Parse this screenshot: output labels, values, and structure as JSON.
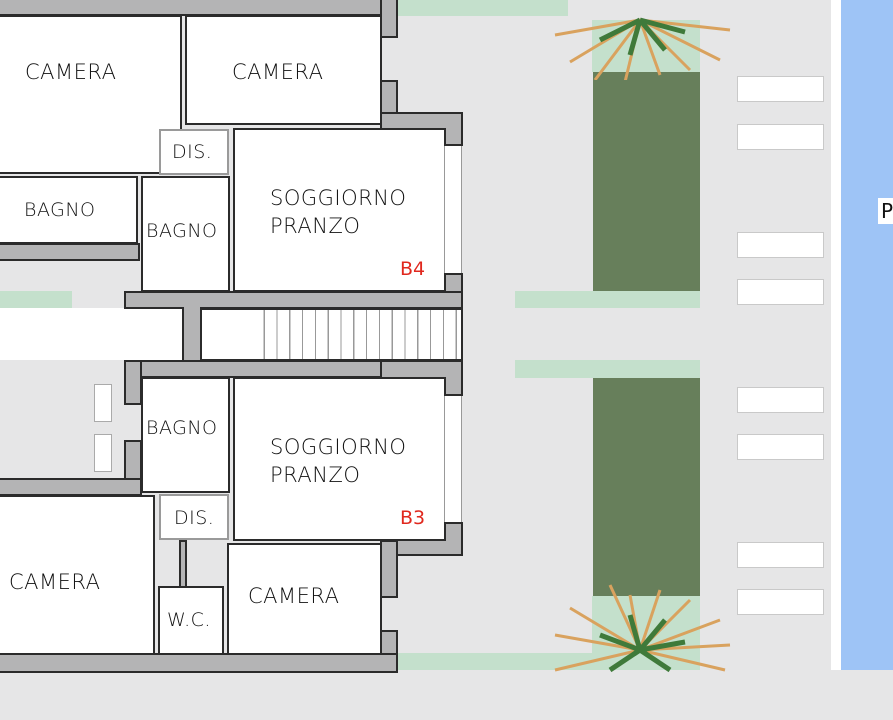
{
  "plan": {
    "type": "floor-plan",
    "units": [
      {
        "id": "B4",
        "rooms": {
          "camera_left": "CAMERA",
          "camera_right": "CAMERA",
          "dis": "DIS.",
          "bagno_left": "BAGNO",
          "bagno_right": "BAGNO",
          "living_line1": "SOGGIORNO",
          "living_line2": "PRANZO"
        },
        "unit_label": "B4"
      },
      {
        "id": "B3",
        "rooms": {
          "bagno": "BAGNO",
          "living_line1": "SOGGIORNO",
          "living_line2": "PRANZO",
          "dis": "DIS.",
          "camera_left": "CAMERA",
          "wc": "W.C.",
          "camera_right": "CAMERA"
        },
        "unit_label": "B3"
      }
    ],
    "edge_label": "P",
    "colors": {
      "wall": "#b4b4b5",
      "wall_outline": "#2b2b2b",
      "room": "#ffffff",
      "ground": "#e6e6e7",
      "lawn_light": "#c4e0cc",
      "lawn_dark": "#677f5b",
      "water": "#9ec4f6",
      "unit_label": "#e0281e",
      "palm_frond": "#d9a25e",
      "palm_leaf": "#3f7a3a"
    },
    "parking_spaces": 8,
    "stair_treads": 16,
    "palms": 2
  }
}
